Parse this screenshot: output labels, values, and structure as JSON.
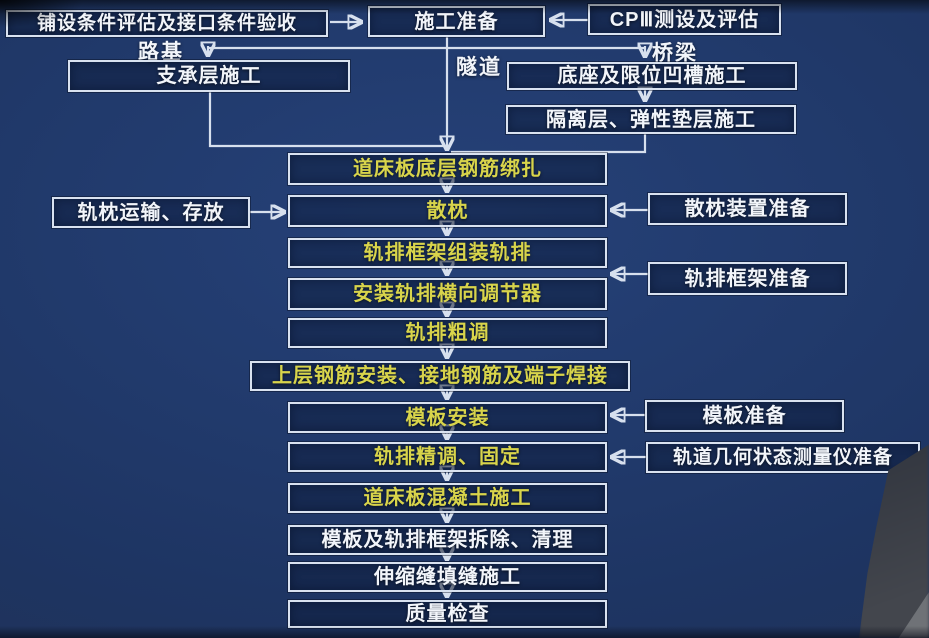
{
  "colors": {
    "background": "#1e3563",
    "box_border": "#d9e2f0",
    "text_white": "#f2f5fa",
    "text_yellow": "#d8d44b"
  },
  "top": {
    "assess": "铺设条件评估及接口条件验收",
    "prep": "施工准备",
    "cpiii": "CPⅢ测设及评估"
  },
  "branch_labels": {
    "roadbed": "路基",
    "tunnel": "隧道",
    "bridge": "桥梁"
  },
  "roadbed_branch": {
    "support": "支承层施工"
  },
  "bridge_branch": {
    "base": "底座及限位凹槽施工",
    "isolation": "隔离层、弹性垫层施工"
  },
  "steps": [
    {
      "label": "道床板底层钢筋绑扎",
      "accent": true
    },
    {
      "label": "散枕",
      "accent": true
    },
    {
      "label": "轨排框架组装轨排",
      "accent": true
    },
    {
      "label": "安装轨排横向调节器",
      "accent": true
    },
    {
      "label": "轨排粗调",
      "accent": true
    },
    {
      "label": "上层钢筋安装、接地钢筋及端子焊接",
      "accent": true
    },
    {
      "label": "模板安装",
      "accent": true
    },
    {
      "label": "轨排精调、固定",
      "accent": true
    },
    {
      "label": "道床板混凝土施工",
      "accent": true
    },
    {
      "label": "模板及轨排框架拆除、清理",
      "accent": false
    },
    {
      "label": "伸缩缝填缝施工",
      "accent": false
    },
    {
      "label": "质量检查",
      "accent": false
    }
  ],
  "side": {
    "sleeper_supply": "轨枕运输、存放",
    "sleeper_device": "散枕装置准备",
    "frame_prep": "轨排框架准备",
    "formwork_prep": "模板准备",
    "gauge_prep": "轨道几何状态测量仪准备"
  }
}
